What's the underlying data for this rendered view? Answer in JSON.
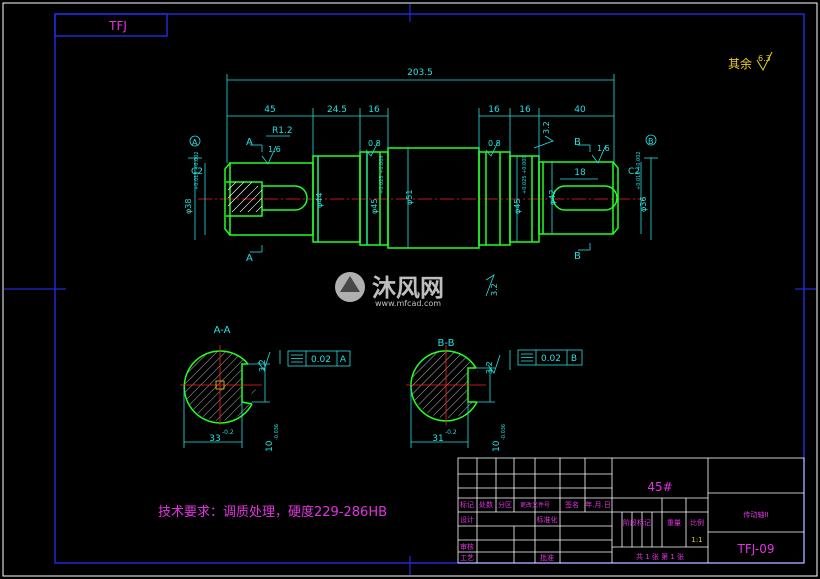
{
  "title_tag": "TFJ",
  "surface_finish": {
    "label": "其余",
    "value": "6.3"
  },
  "dimensions": {
    "overall": "203.5",
    "d45": "45",
    "d24_5": "24.5",
    "d16a": "16",
    "d16b": "16",
    "d16c": "16",
    "d40": "40",
    "d18": "18",
    "r12": "R1.2",
    "c2a": "C2",
    "c2b": "C2",
    "rough16a": "1.6",
    "rough16b": "1.6",
    "rough08a": "0.8",
    "rough08b": "0.8",
    "rough32a": "3.2",
    "rough32b": "3.2",
    "phi38a": "φ38",
    "phi38a_tol": "+0.018 +0.002",
    "phi44": "φ44",
    "phi45a": "φ45",
    "phi45a_tol": "+0.025 +0.009",
    "phi51": "φ51",
    "phi45b": "φ45",
    "phi45b_tol": "+0.025 +0.009",
    "phi42": "φ42",
    "phi36": "φ36",
    "phi36_tol": "+0.018 +0.002"
  },
  "section_marks": {
    "a_top": "A",
    "a_bottom": "A",
    "b_top": "B",
    "b_bottom": "B"
  },
  "datums": {
    "left": "A",
    "right": "B"
  },
  "section_aa": {
    "title": "A-A",
    "depth": "33",
    "depth_tol": "-0.2",
    "width": "10",
    "width_tol": "-0.036",
    "rough": "3.2",
    "tol_value": "0.02",
    "tol_datum": "A"
  },
  "section_bb": {
    "title": "B-B",
    "depth": "31",
    "depth_tol": "-0.2",
    "width": "10",
    "width_tol": "-0.036",
    "rough": "3.2",
    "tol_value": "0.02",
    "tol_datum": "B"
  },
  "watermark": {
    "brand": "沐风网",
    "url": "www.mfcad.com"
  },
  "tech_req": "技术要求：调质处理，硬度229-286HB",
  "title_block": {
    "material": "45#",
    "part_name": "传动轴II",
    "drawing_no": "TFJ-09",
    "scale": "1:1",
    "sheets": "共 1 张  第 1 张",
    "header_cells": [
      "标记",
      "处数",
      "分区",
      "更改文件号",
      "签名",
      "年.月.日"
    ],
    "row_design": "设计",
    "row_standard": "标准化",
    "row_review": "审核",
    "row_process": "工艺",
    "row_approve": "批准",
    "col_stage": "阶段标记",
    "col_weight": "重量",
    "col_scale": "比例"
  },
  "colors": {
    "background": "#000000",
    "frame": "#1f2bd6",
    "geometry": "#22ff22",
    "dimension": "#23e0e0",
    "center": "#ff2020",
    "text_magenta": "#e033e0",
    "text_yellow": "#e8d020",
    "hatch": "#ffffff"
  }
}
